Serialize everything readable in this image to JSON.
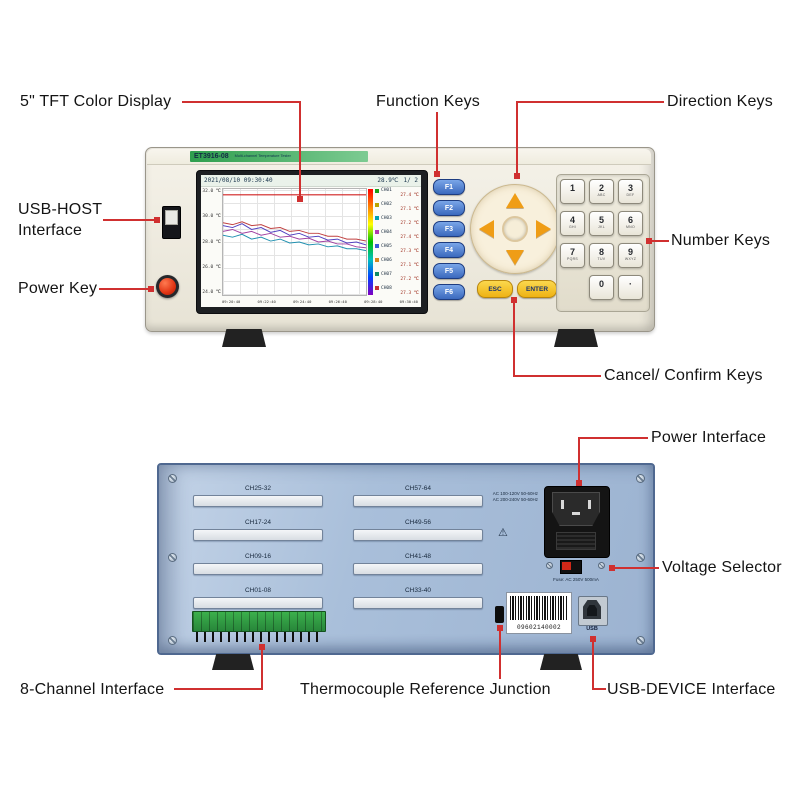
{
  "colors": {
    "annotation_red": "#d03030",
    "front_body": "#f2efe5",
    "back_body": "#aac0da",
    "function_key_blue": "#4a7cc8",
    "arrow_orange": "#ef9d16",
    "esc_enter_yellow": "#f6c32a",
    "power_button_red": "#e03414",
    "terminal_green": "#2f9e3f",
    "model_strip_green": "#35a455"
  },
  "front_view": {
    "annotations": {
      "tft_display": "5\" TFT Color Display",
      "function_keys": "Function Keys",
      "direction_keys": "Direction Keys",
      "usb_host": "USB-HOST Interface",
      "power_key": "Power Key",
      "number_keys": "Number Keys",
      "cancel_confirm": "Cancel/ Confirm Keys"
    },
    "model": "ET3916-08",
    "model_subtitle": "Multi-channel Temperature Tester",
    "screen": {
      "timestamp": "2021/08/10 09:30:40",
      "temperature": "28.9℃",
      "page": "1/ 2",
      "y_ticks": [
        "32.0 ℃",
        "30.0 ℃",
        "28.0 ℃",
        "26.0 ℃",
        "24.0 ℃"
      ],
      "x_ticks": [
        "09:20:40",
        "09:22:40",
        "09:24:40",
        "09:26:40",
        "09:28:40",
        "09:30:40"
      ],
      "channels": [
        {
          "name": "CH01",
          "value": "27.4 ℃",
          "color": "#1aa11a"
        },
        {
          "name": "CH02",
          "value": "27.1 ℃",
          "color": "#b8a400"
        },
        {
          "name": "CH03",
          "value": "27.2 ℃",
          "color": "#00a0b4"
        },
        {
          "name": "CH04",
          "value": "27.4 ℃",
          "color": "#b23ab2"
        },
        {
          "name": "CH05",
          "value": "27.3 ℃",
          "color": "#3a5ad8"
        },
        {
          "name": "CH06",
          "value": "27.1 ℃",
          "color": "#d8861e"
        },
        {
          "name": "CH07",
          "value": "27.2 ℃",
          "color": "#128a66"
        },
        {
          "name": "CH08",
          "value": "27.3 ℃",
          "color": "#c63232"
        }
      ]
    },
    "function_keys": [
      "F1",
      "F2",
      "F3",
      "F4",
      "F5",
      "F6"
    ],
    "keypad": [
      {
        "digit": "1",
        "letters": ""
      },
      {
        "digit": "2",
        "letters": "ABC"
      },
      {
        "digit": "3",
        "letters": "DEF"
      },
      {
        "digit": "4",
        "letters": "GHI"
      },
      {
        "digit": "5",
        "letters": "JKL"
      },
      {
        "digit": "6",
        "letters": "MNO"
      },
      {
        "digit": "7",
        "letters": "PQRS"
      },
      {
        "digit": "8",
        "letters": "TUV"
      },
      {
        "digit": "9",
        "letters": "WXYZ"
      },
      {
        "digit": "0",
        "letters": ""
      },
      {
        "digit": "·",
        "letters": ""
      }
    ],
    "esc": "ESC",
    "enter": "ENTER"
  },
  "back_view": {
    "annotations": {
      "power_interface": "Power Interface",
      "voltage_selector": "Voltage Selector",
      "channel_interface": "8-Channel Interface",
      "thermocouple": "Thermocouple Reference Junction",
      "usb_device": "USB-DEVICE Interface"
    },
    "slot_labels_left": [
      "CH25-32",
      "CH17-24",
      "CH09-16",
      "CH01-08"
    ],
    "slot_labels_right": [
      "CH57-64",
      "CH49-56",
      "CH41-48",
      "CH33-40"
    ],
    "power_rating_line1": "AC 100-120V 50-60Hz",
    "power_rating_line2": "AC 200-240V 50-60Hz",
    "warning_symbol": "⚠",
    "fuse_text": "Fuse: AC 250V 500mA",
    "serial_number": "09602140002",
    "usb_label": "USB"
  }
}
